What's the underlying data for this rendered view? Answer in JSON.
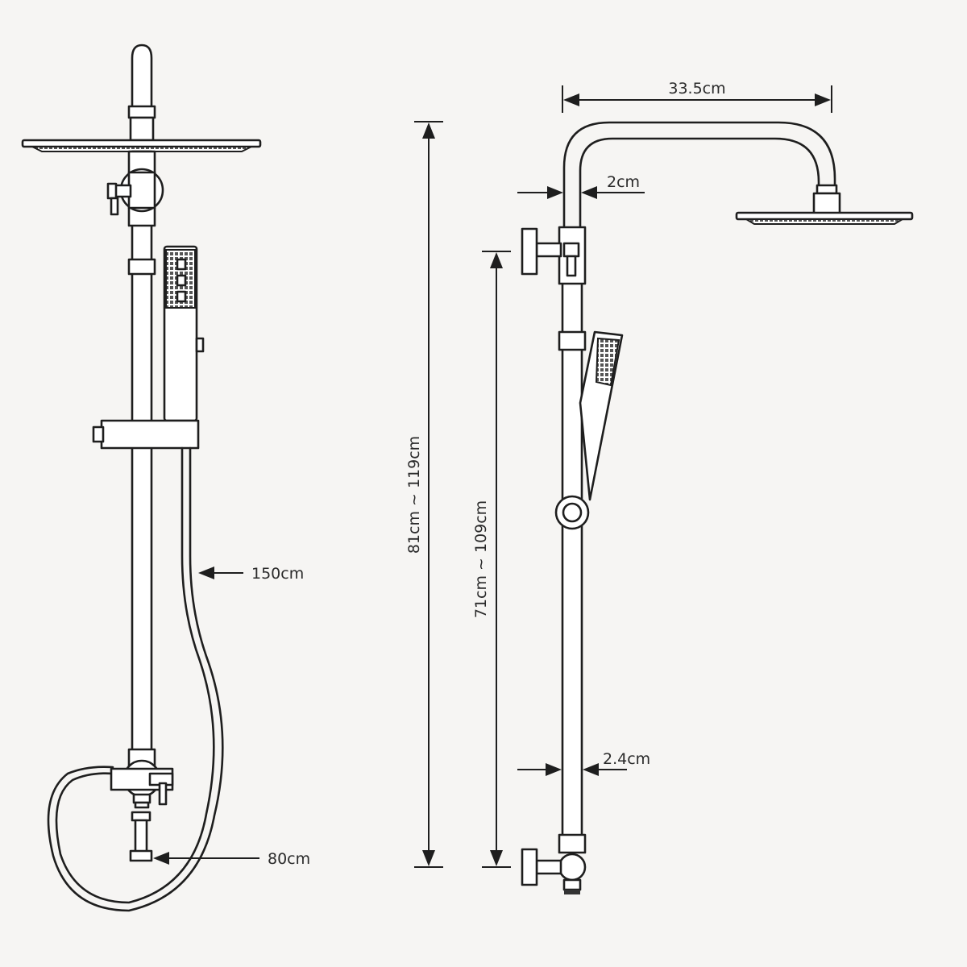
{
  "dimensions": {
    "hose_length": "150cm",
    "lower_pipe_length": "80cm",
    "arm_reach": "33.5cm",
    "upper_pipe_diameter": "2cm",
    "lower_pipe_diameter": "2.4cm",
    "total_height_range": "81cm ~ 119cm",
    "adjustable_height_range": "71cm ~ 109cm"
  },
  "colors": {
    "background": "#f6f5f3",
    "line": "#1e1e1e"
  }
}
